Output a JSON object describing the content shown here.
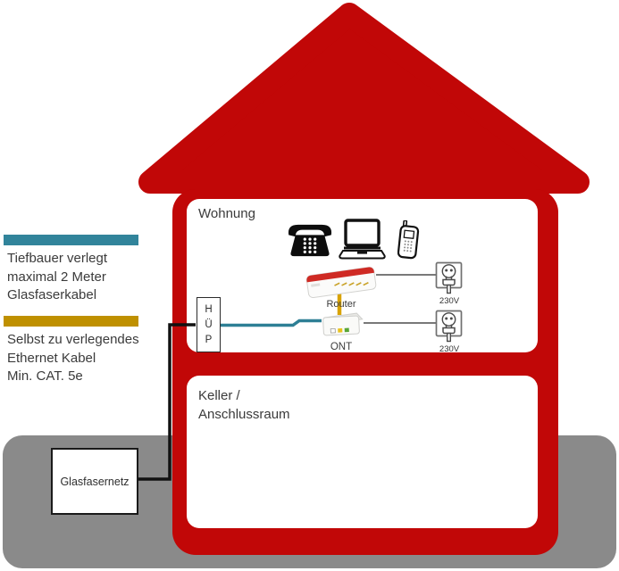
{
  "legend": {
    "fiber": {
      "bar_color": "#31849B",
      "lines": [
        "Tiefbauer verlegt",
        "maximal 2 Meter",
        "Glasfaserkabel"
      ]
    },
    "ethernet": {
      "bar_color": "#BF9000",
      "lines": [
        "Selbst zu verlegendes",
        "Ethernet Kabel",
        "Min. CAT. 5e"
      ]
    }
  },
  "house": {
    "living_room_label": "Wohnung",
    "basement_lines": [
      "Keller /",
      "Anschlussraum"
    ]
  },
  "devices": {
    "hup_letters": [
      "H",
      "Ü",
      "P"
    ],
    "router_label": "Router",
    "ont_label": "ONT",
    "outlet_voltage": "230V"
  },
  "external": {
    "fiber_network_label": "Glasfasernetz"
  },
  "colors": {
    "house_red": "#C10707",
    "ground_gray": "#8A8A8A",
    "fiber_teal": "#2E7F95",
    "ethernet_gold": "#D9A300",
    "underground_cable_black": "#111111"
  }
}
